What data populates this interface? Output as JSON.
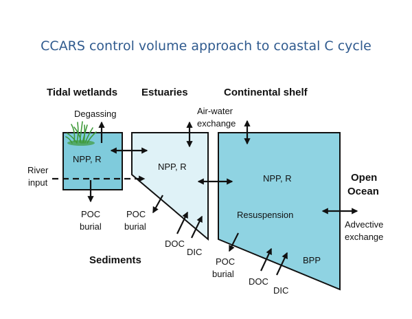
{
  "title": "CCARS control volume approach to coastal C cycle",
  "headers": {
    "tidal_wetlands": "Tidal wetlands",
    "estuaries": "Estuaries",
    "continental_shelf": "Continental shelf",
    "open_ocean_1": "Open",
    "open_ocean_2": "Ocean",
    "sediments": "Sediments"
  },
  "labels": {
    "degassing": "Degassing",
    "air_water_1": "Air-water",
    "air_water_2": "exchange",
    "river_1": "River",
    "river_2": "input",
    "wetland_npp": "NPP, R",
    "estuary_npp": "NPP, R",
    "shelf_npp": "NPP, R",
    "resuspension": "Resuspension",
    "poc1_a": "POC",
    "poc1_b": "burial",
    "poc2_a": "POC",
    "poc2_b": "burial",
    "poc3_a": "POC",
    "poc3_b": "burial",
    "doc1": "DOC",
    "dic1": "DIC",
    "doc2": "DOC",
    "dic2": "DIC",
    "advective_1": "Advective",
    "advective_2": "exchange",
    "bpp": "BPP"
  },
  "colors": {
    "title": "#2f5a8e",
    "wetland_fill": "#7fcbdc",
    "estuary_fill": "#dff2f7",
    "shelf_fill": "#8fd3e2",
    "grass": "#3f9a3a"
  }
}
